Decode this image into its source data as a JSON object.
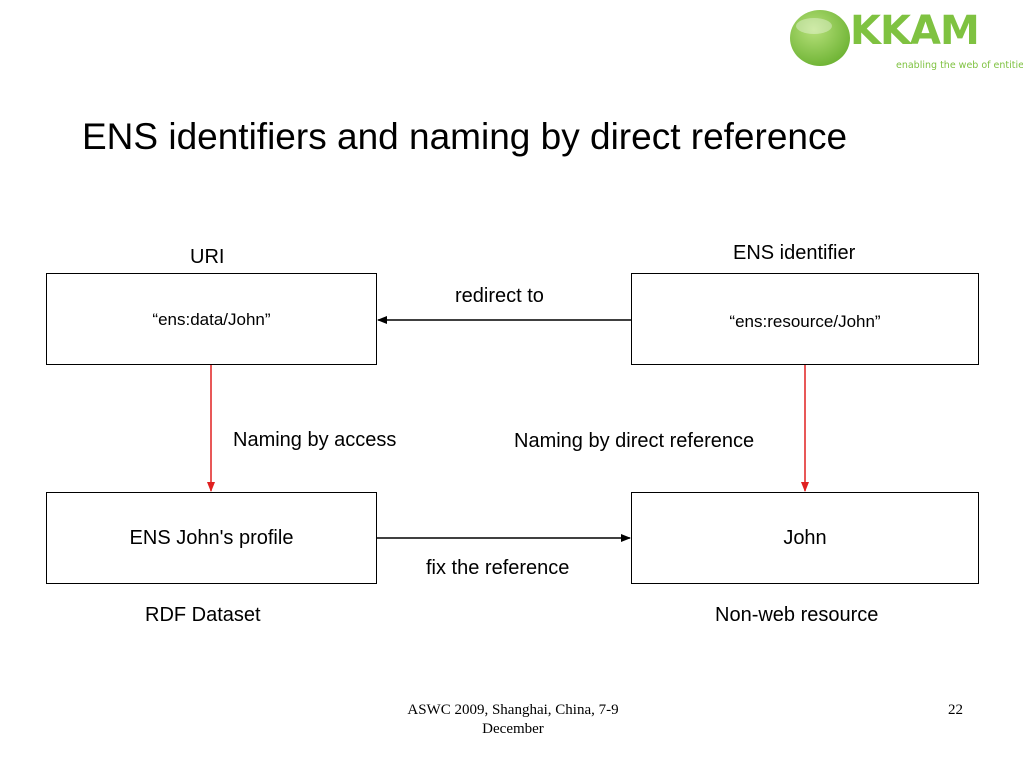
{
  "logo": {
    "text": "KKAM",
    "tagline": "enabling the web of entities",
    "color": "#7fc241"
  },
  "title": "ENS identifiers and naming by direct reference",
  "labels": {
    "uri": "URI",
    "ens_identifier": "ENS identifier",
    "redirect_to": "redirect to",
    "naming_by_access": "Naming by access",
    "naming_by_direct_reference": "Naming by direct reference",
    "fix_the_reference": "fix the reference",
    "rdf_dataset": "RDF Dataset",
    "non_web_resource": "Non-web resource"
  },
  "boxes": {
    "uri_box": "“ens:data/John”",
    "ens_box": "“ens:resource/John”",
    "profile_box": "ENS John's profile",
    "john_box": "John"
  },
  "colors": {
    "access_arrow": "#e02020",
    "reference_arrow": "#000000"
  },
  "footer": {
    "line1": "ASWC 2009, Shanghai, China, 7-9",
    "line2": "December",
    "page_number": "22"
  }
}
